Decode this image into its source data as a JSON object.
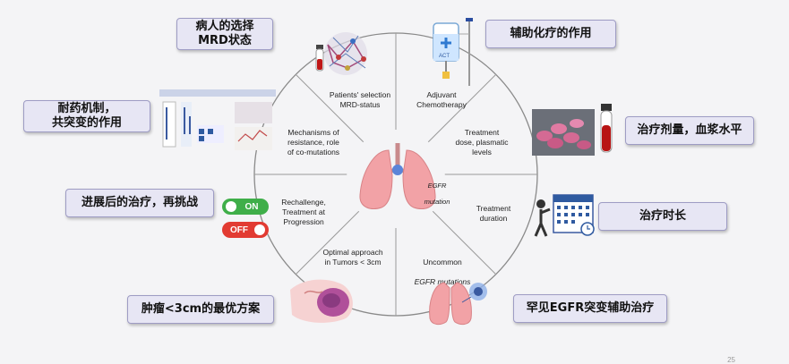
{
  "callouts": {
    "mrd": "病人的选择\nMRD状态",
    "adjuvant": "辅助化疗的作用",
    "resistance": "耐药机制，\n共突变的作用",
    "dose": "治疗剂量，血浆水平",
    "progression": "进展后的治疗，再挑战",
    "duration": "治疗时长",
    "tumor": "肿瘤<3cm的最优方案",
    "uncommon": "罕见EGFR突变辅助治疗"
  },
  "segments": {
    "mrd": "Patients' selection\nMRD-status",
    "adjuvant": "Adjuvant\nChemotherapy",
    "resistance": "Mechanisms of\nresistance, role\nof co-mutations",
    "dose": "Treatment\ndose, plasmatic\nlevels",
    "progression": "Rechallenge,\nTreatment at\nProgression",
    "duration": "Treatment\nduration",
    "tumor": "Optimal approach\nin Tumors < 3cm",
    "uncommon_1": "Uncommon",
    "uncommon_2": "EGFR mutations"
  },
  "center": {
    "line1": "EGFR",
    "line2": "mutation"
  },
  "toggles": {
    "on": "ON",
    "off": "OFF"
  },
  "icon_labels": {
    "iv_bag": "ACT"
  },
  "page_number": "25",
  "colors": {
    "callout_bg": "#e7e6f4",
    "callout_border": "#9e9cc4",
    "on": "#3fae49",
    "off": "#e23b32",
    "lung": "#f2a2a6",
    "pills": "#d46a94"
  }
}
